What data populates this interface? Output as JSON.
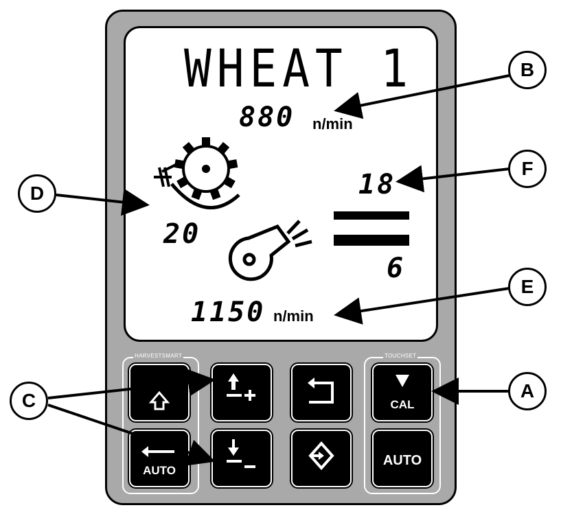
{
  "display": {
    "crop_name": "WHEAT 1",
    "rotor_speed_value": "880",
    "rotor_speed_unit": "n/min",
    "concave_value": "20",
    "sieve_upper_value": "18",
    "sieve_lower_value": "6",
    "fan_speed_value": "1150",
    "fan_speed_unit": "n/min"
  },
  "panel": {
    "left_group_label": "HARVESTSMART",
    "right_group_label": "TOUCHSET",
    "buttons": {
      "auto_left": "AUTO",
      "cal": "CAL",
      "auto_right": "AUTO"
    }
  },
  "callouts": {
    "a": "A",
    "b": "B",
    "c": "C",
    "d": "D",
    "e": "E",
    "f": "F"
  }
}
